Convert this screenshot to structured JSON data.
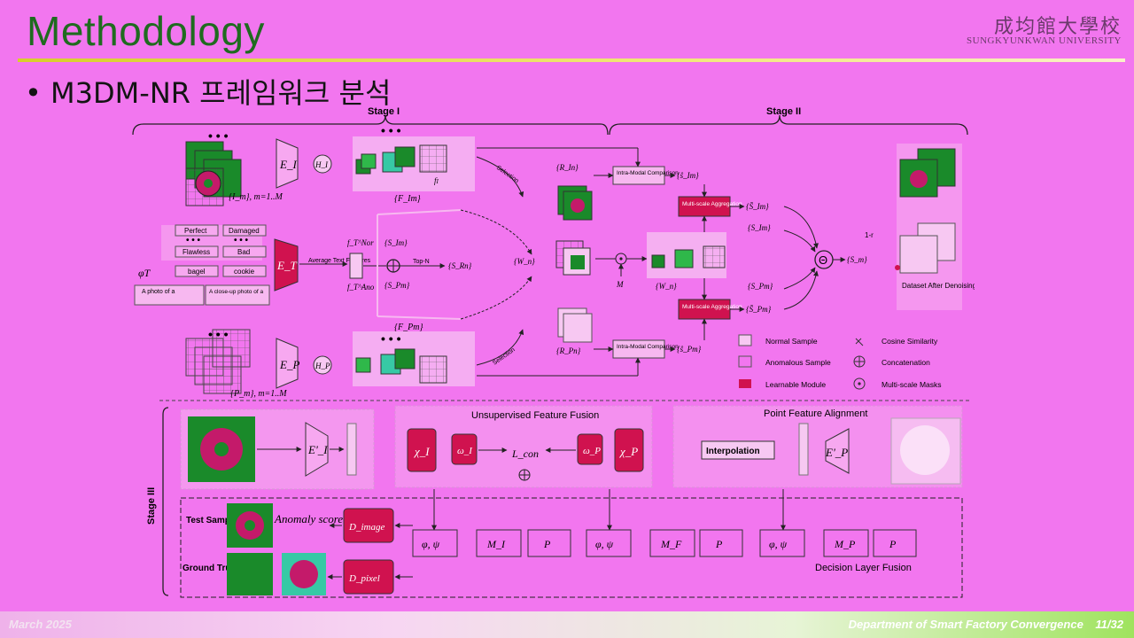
{
  "slide": {
    "title": "Methodology",
    "subtitle": "• M3DM-NR 프레임워크 분석",
    "logo_cjk": "成均館大學校",
    "logo_en": "SUNGKYUNKWAN UNIVERSITY",
    "footer_date": "March 2025",
    "footer_dept": "Department of Smart Factory Convergence",
    "page": "11/32"
  },
  "diagram": {
    "stage1": "Stage I",
    "stage2": "Stage II",
    "stage3": "Stage III",
    "enc_image": "E_I",
    "enc_text": "E_T",
    "enc_point": "E_P",
    "head_image": "H_I",
    "head_point": "H_P",
    "text_prompts": [
      "Perfect",
      "Damaged",
      "Flawless",
      "Bad",
      "bagel",
      "cookie"
    ],
    "prompt_box_1": "A photo of a",
    "prompt_box_2": "A close-up photo of a",
    "phi_t": "φT",
    "avg_text": "Average Text Features",
    "f_nor": "f_T^Nor",
    "f_ano": "f_T^Ano",
    "top_n": "Top-N",
    "set_im": "{I_m}, m=1..M",
    "set_pm": "{P_m}, m=1..M",
    "set_fim": "{F_Im}",
    "set_fpm": "{F_Pm}",
    "set_sim": "{S_Im}",
    "set_spm": "{S_Pm}",
    "set_srn": "{S_Rn}",
    "set_rin": "{R_In}",
    "set_rpn": "{R_Pn}",
    "set_wn": "{W_n}",
    "set_wn2": "{W_n}",
    "m_symbol": "M",
    "selection": "Selection",
    "intra_modal": "Intra-Modal Comparison",
    "multi_scale_agg": "Multi-scale Aggregation",
    "set_sim_out": "{ŝ_Im}",
    "set_spm_out": "{ŝ_Pm}",
    "set_simbar": "{S̄_Im}",
    "set_spmbar": "{S̄_Pm}",
    "set_sim2": "{S_Im}",
    "set_spm2": "{S_Pm}",
    "theta": "Θ",
    "set_sm": "{S_m}",
    "one_minus_r": "1-r",
    "dataset_after": "Dataset After Denoising",
    "legend": [
      "Normal Sample",
      "Anomalous Sample",
      "Learnable Module",
      "Cosine Similarity",
      "Concatenation",
      "Multi-scale Masks"
    ],
    "unsup_fusion": "Unsupervised Feature Fusion",
    "point_align": "Point Feature Alignment",
    "interpolation": "Interpolation",
    "chi_i": "χ_I",
    "chi_p": "χ_P",
    "omega_i": "ω_I",
    "omega_p": "ω_P",
    "l_con": "L_con",
    "e_i_prime": "E'_I",
    "e_p_prime": "E'_P",
    "test_sample": "Test Sample",
    "ground_truth": "Ground Truth",
    "anomaly_score": "Anomaly score",
    "d_image": "D_image",
    "d_pixel": "D_pixel",
    "phi_psi": "φ, ψ",
    "m_i": "M_I",
    "m_f": "M_F",
    "m_p": "M_P",
    "p_symbol": "P",
    "decision_fusion": "Decision Layer Fusion"
  },
  "colors": {
    "background": "#f276ef",
    "title": "#1f6b1f",
    "learnable": "#d0124f",
    "green": "#1a8a2a"
  }
}
